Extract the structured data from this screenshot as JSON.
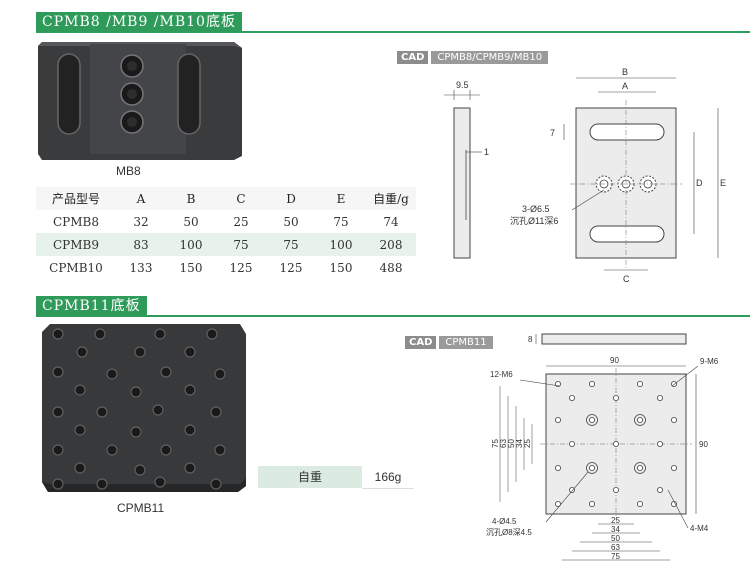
{
  "section1": {
    "title": "CPMB8 /MB9 /MB10底板"
  },
  "section2": {
    "title": "CPMB11底板"
  },
  "cad1": {
    "badge": "CAD",
    "name": "CPMB8/CPMB9/MB10"
  },
  "cad2": {
    "badge": "CAD",
    "name": "CPMB11"
  },
  "photo1": {
    "caption": "MB8"
  },
  "photo2": {
    "caption": "CPMB11"
  },
  "spec_table": {
    "headers": [
      "产品型号",
      "A",
      "B",
      "C",
      "D",
      "E",
      "自重/g"
    ],
    "rows": [
      [
        "CPMB8",
        "32",
        "50",
        "25",
        "50",
        "75",
        "74"
      ],
      [
        "CPMB9",
        "83",
        "100",
        "75",
        "75",
        "100",
        "208"
      ],
      [
        "CPMB10",
        "133",
        "150",
        "125",
        "125",
        "150",
        "488"
      ]
    ]
  },
  "weight": {
    "label": "自重",
    "value": "166g"
  },
  "drawing1": {
    "dim_thickness": "9.5",
    "dim_step": "1",
    "dim_B": "B",
    "dim_A": "A",
    "dim_C": "C",
    "dim_D": "D",
    "dim_E": "E",
    "dim_7": "7",
    "hole_note_1": "3-Ø6.5",
    "hole_note_2": "沉孔Ø11深6"
  },
  "drawing2": {
    "dim_thickness": "8",
    "dim_top_width": "90",
    "dim_right_height": "90",
    "note_12m6": "12-M6",
    "note_9m6": "9-M6",
    "note_4m4": "4-M4",
    "note_44_5": "4-Ø4.5",
    "note_cb": "沉孔Ø8深4.5",
    "left_dims": [
      "75",
      "63",
      "50",
      "34",
      "25"
    ],
    "bottom_dims": [
      "25",
      "34",
      "50",
      "63",
      "75"
    ]
  }
}
